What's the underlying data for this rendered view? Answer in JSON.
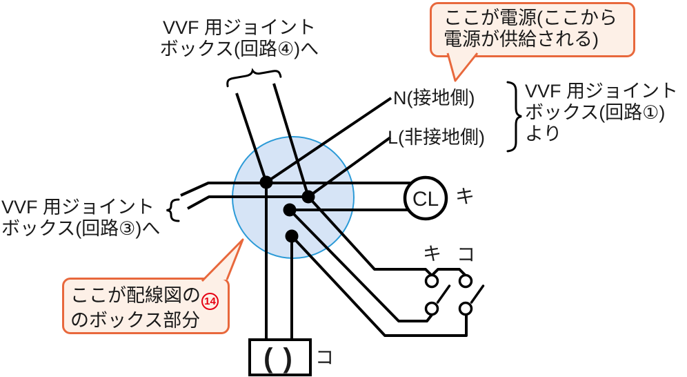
{
  "labels": {
    "circuit4_line1": "VVF 用ジョイント",
    "circuit4_line2": "ボックス(回路④)へ",
    "circuit3_line1": "VVF 用ジョイント",
    "circuit3_line2": "ボックス(回路③)へ",
    "circuit1_line1": "VVF 用ジョイント",
    "circuit1_line2": "ボックス(回路①)",
    "circuit1_line3": "より",
    "n": "N(接地側)",
    "l": "L(非接地側)",
    "cl": "CL",
    "cl_name": "キ",
    "switch_ki": "キ",
    "switch_ko": "コ",
    "receptacle_symbol": "( )",
    "receptacle_name": "コ"
  },
  "bubbles": {
    "power_line1": "ここが電源(ここから",
    "power_line2": "電源が供給される)",
    "box_prefix": "ここが配線図の",
    "box_number": "14",
    "box_line2": "のボックス部分"
  },
  "colors": {
    "wire": "#000000",
    "junction_fill": "#d6e4f6",
    "junction_stroke": "#2b9ad7",
    "callout_border": "#e8683c",
    "callout_fill": "#fdf0e7",
    "highlight_red": "#e60012",
    "text": "#1a1a1a"
  }
}
